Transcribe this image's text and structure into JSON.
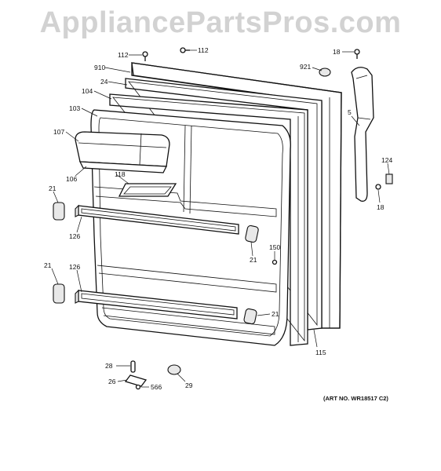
{
  "watermark": "AppliancePartsPros.com",
  "art_number": "(ART NO. WR18517 C2)",
  "callouts": {
    "c112a": "112",
    "c112b": "112",
    "c18a": "18",
    "c910": "910",
    "c921": "921",
    "c24": "24",
    "c104": "104",
    "c103": "103",
    "c5": "5",
    "c107": "107",
    "c118": "118",
    "c106": "106",
    "c124": "124",
    "c21a": "21",
    "c18b": "18",
    "c126a": "126",
    "c21b": "21",
    "c150": "150",
    "c21c": "21",
    "c126b": "126",
    "c21d": "21",
    "c115": "115",
    "c28": "28",
    "c26": "26",
    "c566": "566",
    "c29": "29"
  }
}
